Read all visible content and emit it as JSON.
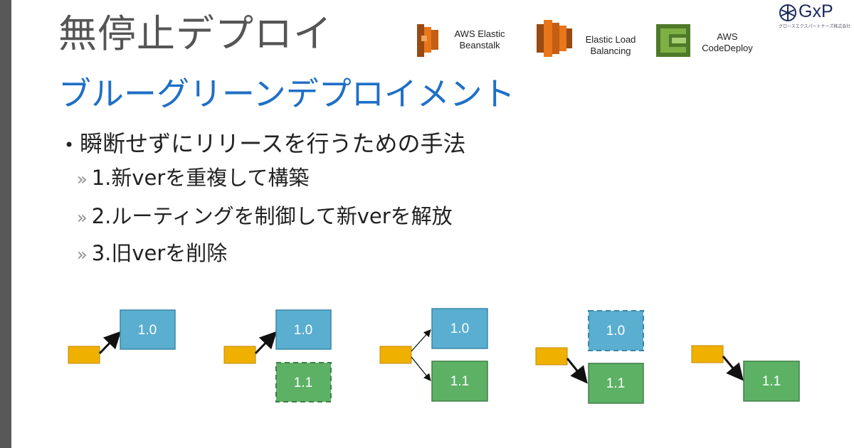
{
  "slide": {
    "title": "無停止デプロイ",
    "subtitle": "ブルーグリーンデプロイメント",
    "bullet": "瞬断せずにリリースを行うための手法",
    "bullet_marker": "•",
    "sub_marker": "»",
    "steps": [
      "1.新verを重複して構築",
      "2.ルーティングを制御して新verを解放",
      "3.旧verを削除"
    ]
  },
  "services": [
    {
      "label_line1": "AWS Elastic",
      "label_line2": "Beanstalk",
      "icon": "aws-elastic-beanstalk-icon",
      "color": "#e8761a"
    },
    {
      "label_line1": "Elastic Load",
      "label_line2": "Balancing",
      "icon": "elastic-load-balancing-icon",
      "color": "#e8761a"
    },
    {
      "label_line1": "AWS",
      "label_line2": "CodeDeploy",
      "icon": "aws-codedeploy-icon",
      "color": "#6b9a3a"
    }
  ],
  "logo": {
    "text": "GxP",
    "subtext": "グロースエクスパートナーズ株式会社",
    "icon": "gxp-logo-icon"
  },
  "diagram": {
    "old_version_label": "1.0",
    "new_version_label": "1.1",
    "colors": {
      "router": "#f0b000",
      "old": "#5aaed0",
      "new": "#5cb165"
    }
  }
}
